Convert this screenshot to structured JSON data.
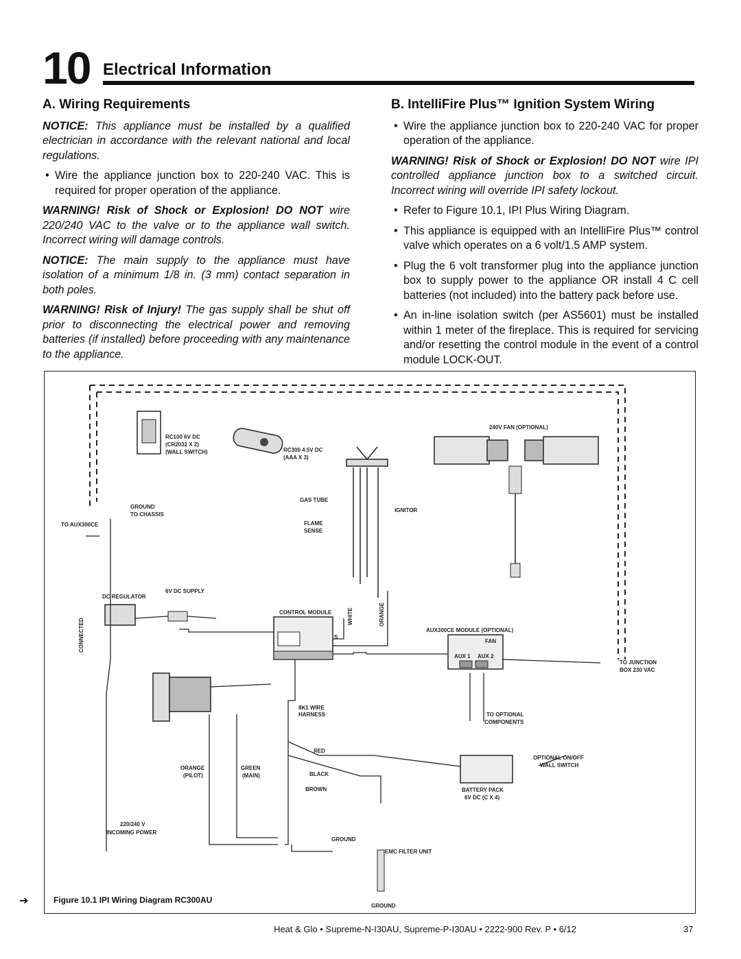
{
  "header": {
    "chapter_number": "10",
    "chapter_title": "Electrical Information"
  },
  "left": {
    "heading": "A.  Wiring Requirements",
    "notice1_lead": "NOTICE:",
    "notice1_text": " This appliance must be installed by a qualified electrician in accordance with the relevant national and local regulations.",
    "bullet1": "Wire the appliance junction box to 220-240 VAC. This is required for proper operation of the appliance.",
    "warning1_lead": "WARNING! Risk of Shock or Explosion! DO NOT",
    "warning1_text": " wire 220/240 VAC to the valve or to the appliance wall switch. Incorrect wiring will damage controls.",
    "notice2_lead": "NOTICE:",
    "notice2_text": " The main supply to the appliance must have isolation of a minimum 1/8 in. (3 mm) contact separation in both poles.",
    "warning2_lead": "WARNING! Risk of Injury!",
    "warning2_text": " The gas supply shall be shut off prior to disconnecting the electrical power and removing batteries (if installed) before proceeding with any maintenance to the appliance."
  },
  "right": {
    "heading": "B.  IntelliFire Plus™ Ignition System Wiring",
    "bullet1": "Wire the appliance junction box to 220-240 VAC for proper operation of the appliance.",
    "warning_lead": "WARNING! Risk of Shock or Explosion! DO NOT",
    "warning_text": " wire IPI controlled appliance junction box to a switched circuit. Incorrect wiring will override IPI safety lockout.",
    "bullet2": "Refer to Figure 10.1, IPI Plus Wiring Diagram.",
    "bullet3": "This appliance is equipped with an IntelliFire Plus™ control valve which operates on a 6 volt/1.5 AMP system.",
    "bullet4": "Plug the 6 volt transformer plug into the appliance junction box to supply power to the appliance OR install 4 C cell batteries (not included) into the battery pack before use.",
    "bullet5": "An in-line isolation switch (per AS5601) must be installed within 1 meter of the fireplace. This is required for servicing and/or resetting the control module in the event of a control module LOCK-OUT."
  },
  "diagram": {
    "labels": {
      "rc100": "RC100 6V DC",
      "rc100_cells": "(CR2032 X 2)",
      "rc100_type": "(WALL SWITCH)",
      "rc300": "RC300 4.5V DC",
      "rc300_cells": "(AAA X 3)",
      "fan": "240V FAN (OPTIONAL)",
      "gas_tube": "GAS TUBE",
      "ignitor": "IGNITOR",
      "flame": "FLAME",
      "sense": "SENSE",
      "ground_chassis_1": "GROUND",
      "ground_chassis_2": "TO CHASSIS",
      "to_aux": "TO AUX300CE",
      "six_v": "6V DC SUPPLY",
      "dc_reg": "DC REGULATOR",
      "connected": "CONNECTED",
      "control_module": "CONTROL MODULE",
      "white": "WHITE",
      "orange": "ORANGE",
      "s": "S",
      "aux_module": "AUX300CE MODULE (OPTIONAL)",
      "aux_fan": "FAN",
      "aux1": "AUX 1",
      "aux2": "AUX 2",
      "to_junction": "TO JUNCTION",
      "box230": "BOX 230 VAC",
      "harness1": "8K1 WIRE",
      "harness2": "HARNESS",
      "to_optional": "TO OPTIONAL",
      "components": "COMPONENTS",
      "red": "RED",
      "black": "BLACK",
      "brown": "BROWN",
      "orange_pilot": "ORANGE",
      "pilot": "(PILOT)",
      "green_main": "GREEN",
      "main": "(MAIN)",
      "opt_switch_1": "OPTIONAL ON/OFF",
      "opt_switch_2": "WALL SWITCH",
      "battery_1": "BATTERY PACK",
      "battery_2": "6V DC (C X 4)",
      "incoming_1": "220/240 V",
      "incoming_2": "INCOMING POWER",
      "ground": "GROUND",
      "emc": "EMC FILTER UNIT",
      "ground_bottom": "GROUND"
    },
    "caption": "Figure 10.1  IPI Wiring Diagram RC300AU"
  },
  "footer": {
    "text": "Heat & Glo  •  Supreme-N-I30AU, Supreme-P-I30AU  •  2222-900 Rev. P  •  6/12",
    "page": "37"
  }
}
